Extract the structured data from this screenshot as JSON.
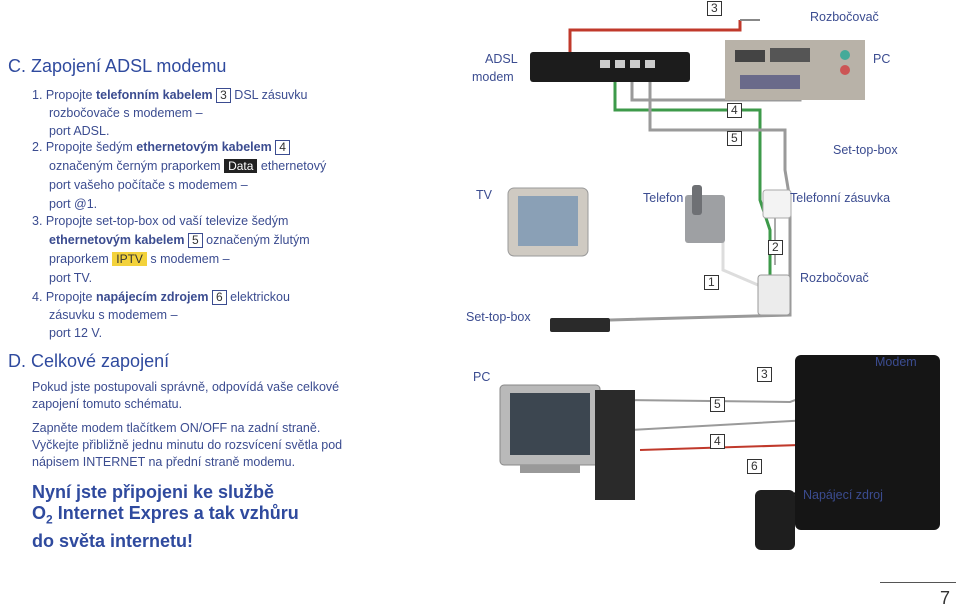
{
  "section_c": {
    "heading": "C. Zapojení ADSL modemu",
    "step1": {
      "num": "1.",
      "pre": "Propojte ",
      "bold": "telefonním kabelem",
      "box": "3",
      "post1": " DSL zásuvku",
      "line2": "rozbočovače s modemem –",
      "line3": "port ADSL."
    },
    "step2": {
      "num": "2.",
      "pre": "Propojte šedým ",
      "bold": "ethernetovým kabelem",
      "box": "4",
      "line2a": "označeným černým praporkem ",
      "tag": "Data",
      "line2b": " ethernetový",
      "line3": "port vašeho počítače s modemem –",
      "line4": "port @1."
    },
    "step3": {
      "num": "3.",
      "line1": "Propojte set-top-box od vaší televize šedým",
      "bold": "ethernetovým kabelem",
      "box": "5",
      "post": " označeným žlutým",
      "line3a": "praporkem ",
      "tag": "IPTV",
      "line3b": " s modemem –",
      "line4": "port TV."
    },
    "step4": {
      "num": "4.",
      "pre": "Propojte ",
      "bold": "napájecím zdrojem",
      "box": "6",
      "post": " elektrickou",
      "line2": "zásuvku s modemem –",
      "line3": "port 12 V."
    }
  },
  "section_d": {
    "heading": "D. Celkové zapojení",
    "para1_l1": "Pokud jste postupovali správně, odpovídá vaše celkové",
    "para1_l2": "zapojení tomuto schématu.",
    "para2_l1": "Zapněte modem tlačítkem ON/OFF na zadní straně.",
    "para2_l2": "Vyčkejte přibližně jednu minutu do rozsvícení světla pod",
    "para2_l3": "nápisem INTERNET na přední straně modemu.",
    "tagline_l1": "Nyní jste připojeni ke službě",
    "tagline_l2a": "O",
    "tagline_l2sub": "2",
    "tagline_l2b": " Internet Expres a tak vzhůru",
    "tagline_l3": "do světa internetu!"
  },
  "diagram_top": {
    "adsl_l1": "ADSL",
    "adsl_l2": "modem",
    "pc": "PC",
    "tv": "TV",
    "telefon": "Telefon",
    "settopbox_right": "Set-top-box",
    "telefonni_zasuvka": "Telefonní zásuvka",
    "rozbocovac_top": "Rozbočovač",
    "rozbocovac_mid": "Rozbočovač",
    "settopbox_left": "Set-top-box",
    "n3": "3",
    "n4": "4",
    "n5": "5",
    "n2": "2",
    "n1": "1"
  },
  "diagram_bottom": {
    "pc": "PC",
    "modem": "Modem",
    "napajeci_zdroj": "Napájecí zdroj",
    "n3": "3",
    "n5": "5",
    "n4": "4",
    "n6": "6"
  },
  "page_number": "7",
  "colors": {
    "cable_red": "#c0392b",
    "cable_grey": "#9a9a9a",
    "cable_green": "#3d9a4a",
    "tag_yellow": "#f3d23b",
    "heading_blue": "#2f4a9e"
  }
}
